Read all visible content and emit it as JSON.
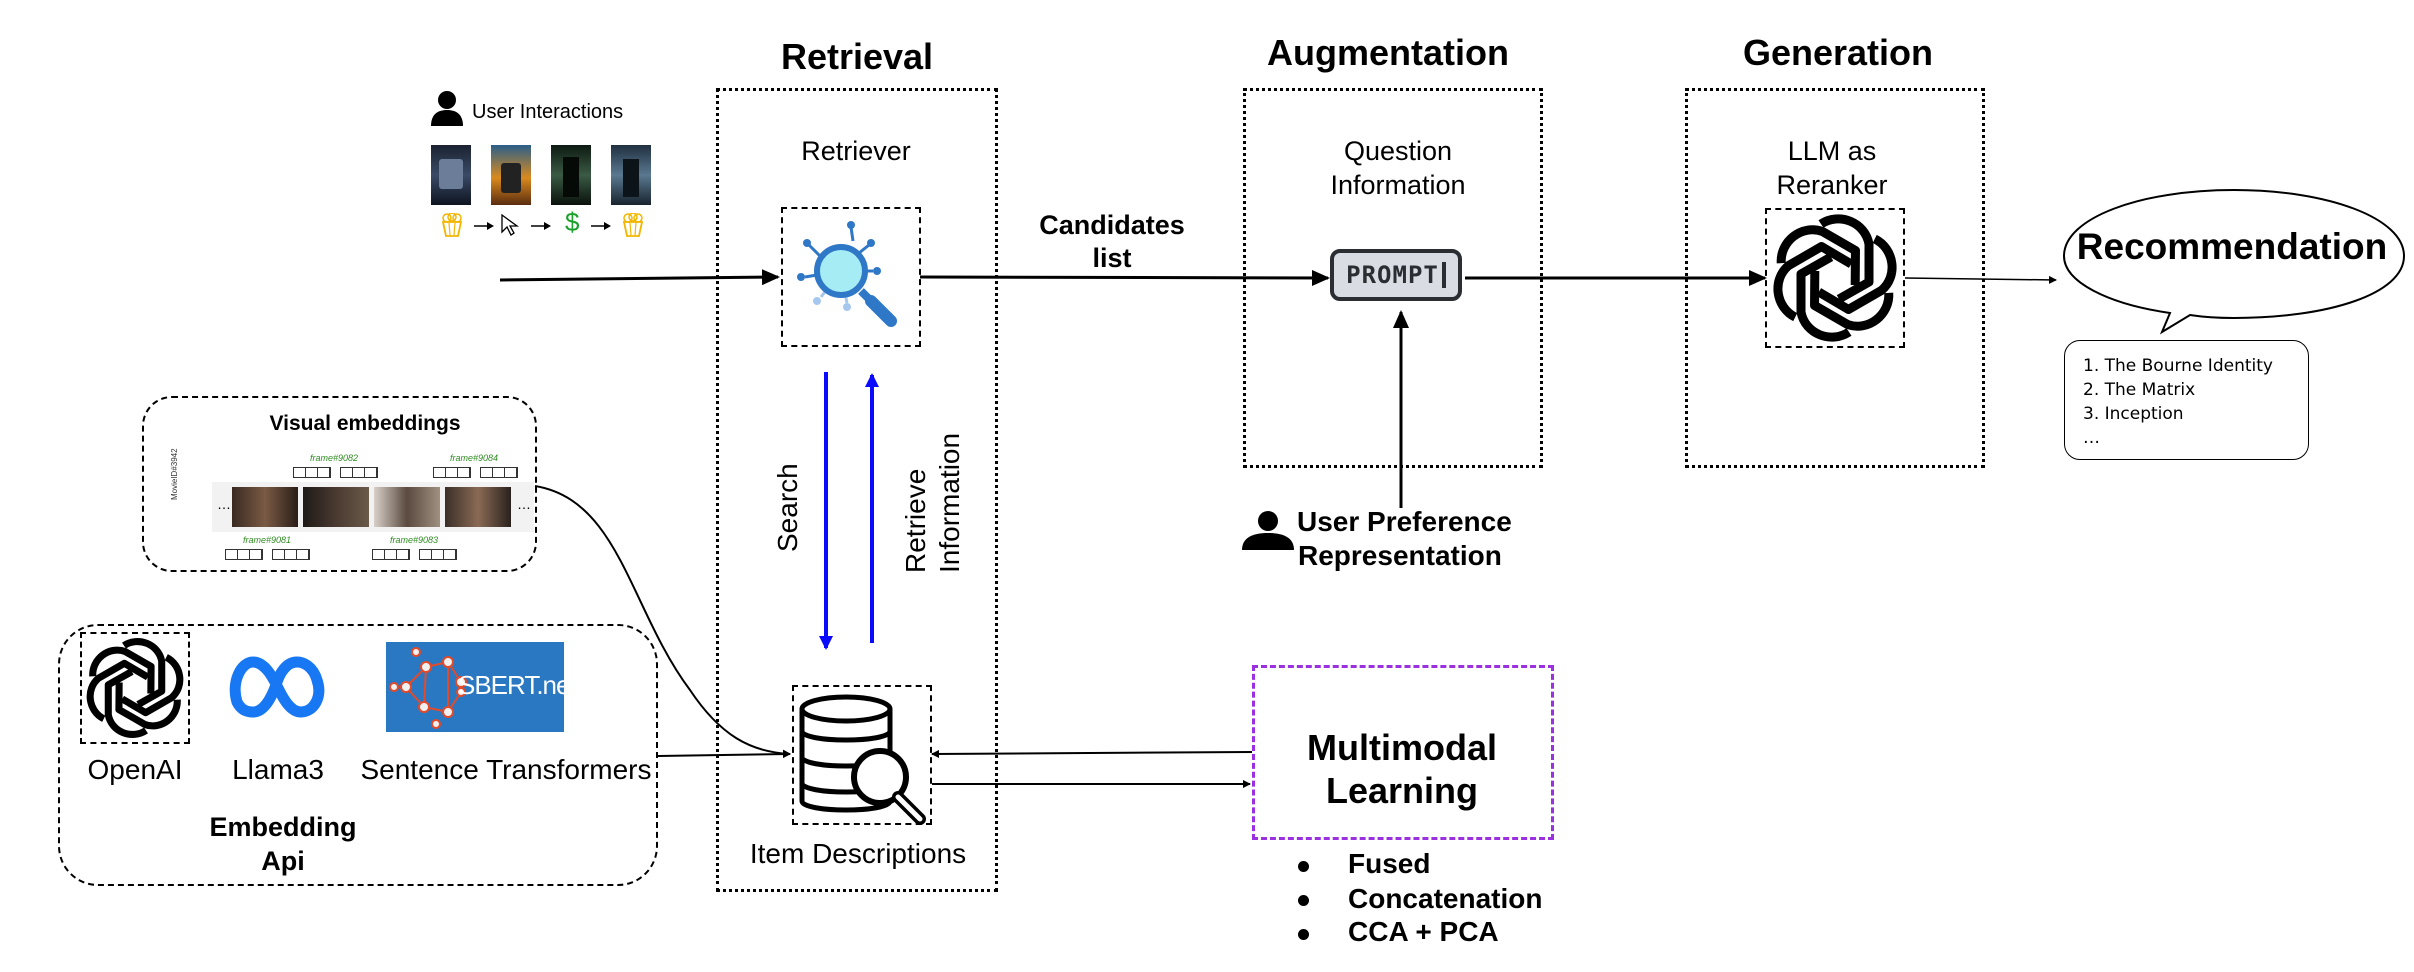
{
  "stages": {
    "retrieval": "Retrieval",
    "augmentation": "Augmentation",
    "generation": "Generation"
  },
  "user_interactions": {
    "label": "User Interactions",
    "posters": [
      "movie-poster-1",
      "movie-poster-2",
      "movie-poster-3",
      "movie-poster-4"
    ],
    "actions": [
      "popcorn-icon",
      "cursor-icon",
      "dollar-icon",
      "popcorn-icon"
    ],
    "dollar": "$"
  },
  "retriever": {
    "label": "Retriever"
  },
  "candidates": {
    "line1": "Candidates",
    "line2": "list"
  },
  "question_info": {
    "line1": "Question",
    "line2": "Information"
  },
  "prompt": {
    "text": "PROMPT"
  },
  "llm": {
    "line1": "LLM as",
    "line2": "Reranker"
  },
  "recommendation": {
    "title": "Recommendation",
    "items": [
      "1. The Bourne Identity",
      "2. The Matrix",
      "3. Inception",
      "…"
    ]
  },
  "visual_embeddings": {
    "title": "Visual embeddings",
    "frames": [
      "frame#9082",
      "frame#9084",
      "frame#9081",
      "frame#9083"
    ],
    "side_label": "MovieID#3942",
    "ellipsis": "…"
  },
  "search": {
    "label": "Search"
  },
  "retrieve": {
    "line1": "Retrieve",
    "line2": "Information"
  },
  "user_pref": {
    "line1": "User Preference",
    "line2": "Representation"
  },
  "embedding_api": {
    "models": [
      "OpenAI",
      "Llama3",
      "Sentence Transformers"
    ],
    "sbert_text": "SBERT.net",
    "line1": "Embedding",
    "line2": "Api"
  },
  "item_descriptions": {
    "label": "Item Descriptions"
  },
  "multimodal": {
    "line1": "Multimodal",
    "line2": "Learning",
    "bullets": [
      "Fused",
      "Concatenation",
      "CCA + PCA"
    ]
  },
  "colors": {
    "search_arrow": "#0a0aff",
    "multimodal_border": "#9b30e0",
    "retriever_blue": "#2f77c7",
    "retriever_cyan": "#a6ecf5",
    "sbert_bg": "#2a78c2",
    "meta_blue": "#1877f2",
    "popcorn": "#f2b600",
    "dollar": "#1aa12b",
    "frame_label": "#2f8d22"
  }
}
